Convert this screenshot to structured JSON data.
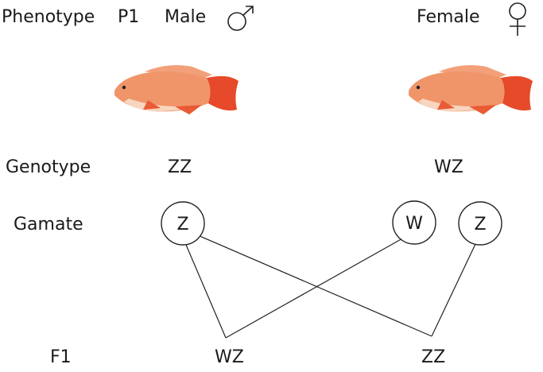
{
  "labels": {
    "phenotype": "Phenotype",
    "p1": "P1",
    "male": "Male",
    "female": "Female",
    "genotype": "Genotype",
    "male_genotype": "ZZ",
    "female_genotype": "WZ",
    "gamate": "Gamate",
    "f1": "F1"
  },
  "gametes": {
    "male_z": "Z",
    "female_w": "W",
    "female_z": "Z"
  },
  "offspring": {
    "left": "WZ",
    "right": "ZZ"
  },
  "icons": [
    "male-symbol-icon",
    "female-symbol-icon",
    "fish-image"
  ],
  "colors": {
    "fish_body": "#f0956a",
    "fish_belly": "#f7d6c0",
    "fish_fin": "#e64a2a",
    "line": "#222222"
  }
}
